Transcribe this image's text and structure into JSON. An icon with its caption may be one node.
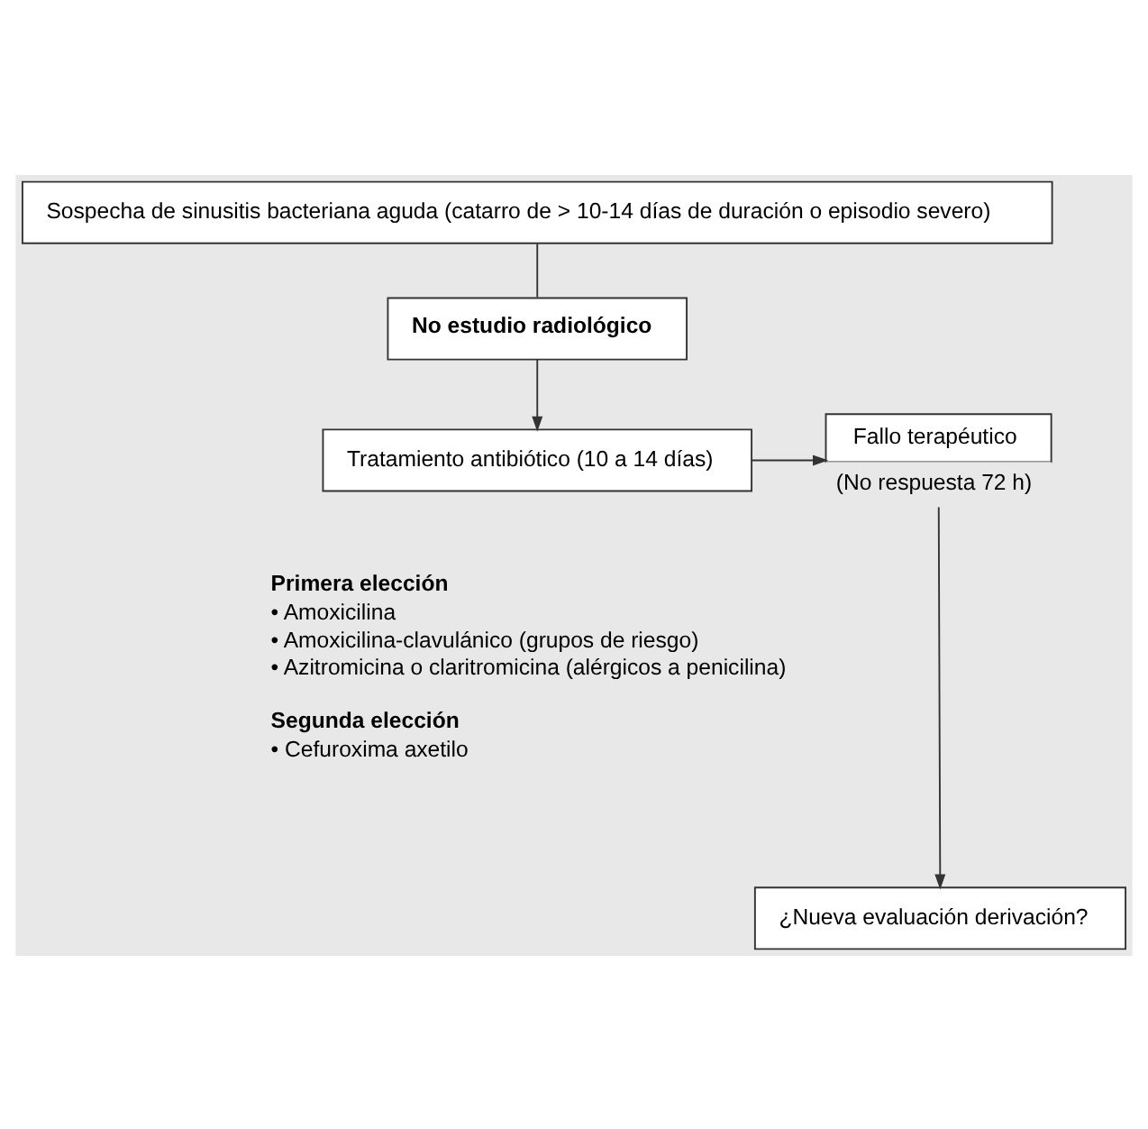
{
  "diagram": {
    "nodes": [
      {
        "text": [
          "Sospecha de sinusitis bacteriana aguda (catarro de > 10-14 días de duración o episodio severo)"
        ]
      },
      {
        "text": [
          "No estudio radiológico"
        ]
      },
      {
        "text": [
          "Tratamiento antibiótico (10 a 14 días)"
        ]
      },
      {
        "text": [
          "Fallo terapéutico"
        ],
        "beside": [
          "(No respuesta 72 h)"
        ]
      },
      {
        "text": [
          "¿Nueva evaluación derivación?"
        ]
      }
    ],
    "edges": [
      {
        "from": 0,
        "to": 1,
        "arrow": "none"
      },
      {
        "from": 1,
        "to": 2,
        "arrow": "to"
      },
      {
        "from": 2,
        "to": 3,
        "arrow": "to"
      },
      {
        "from": 3,
        "to": 4,
        "arrow": "to"
      }
    ],
    "labels": [
      "Primera elección",
      "• Amoxicilina",
      "• Amoxicilina-clavulánico (grupos de riesgo)",
      "• Azitromicina o claritromicina (alérgicos a penicilina)",
      "Segunda elección",
      "• Cefuroxima axetilo"
    ]
  }
}
